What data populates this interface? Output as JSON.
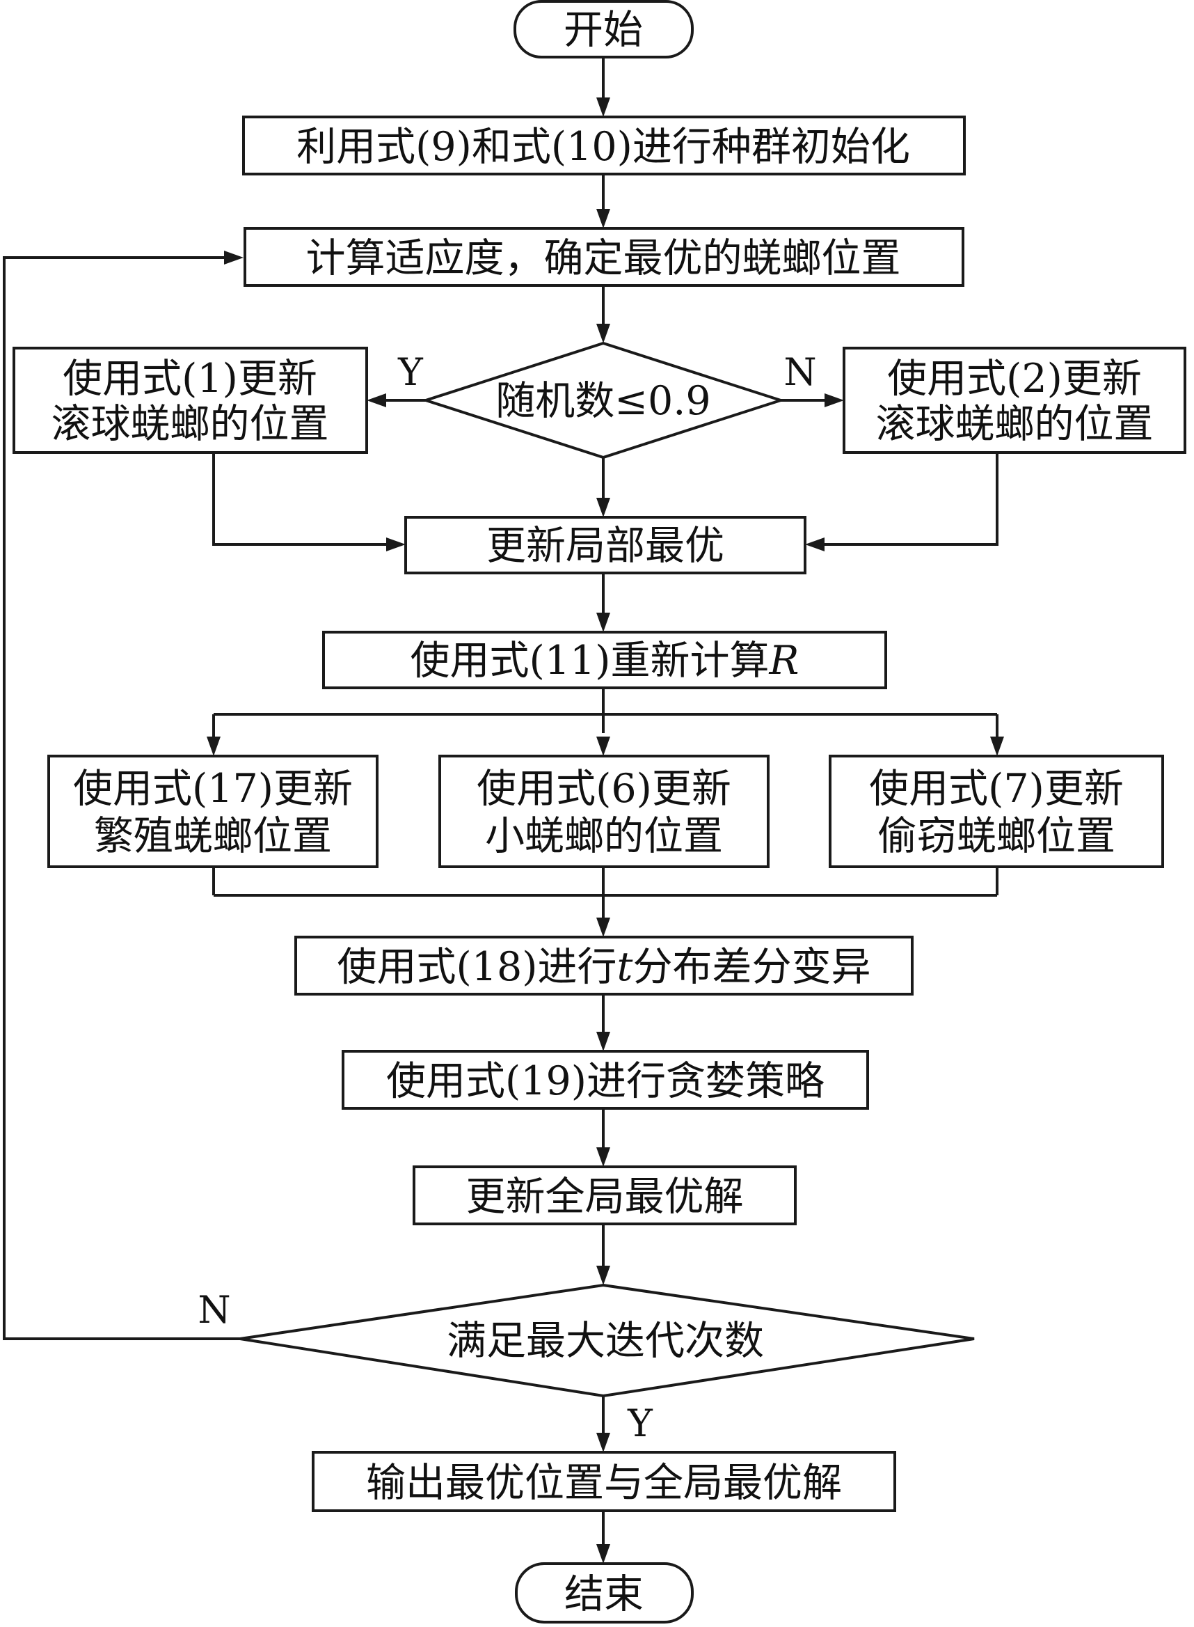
{
  "nodes": {
    "start": "开始",
    "init": "利用式(9)和式(10)进行种群初始化",
    "fitness": "计算适应度，确定最优的蜣螂位置",
    "decision_random": "随机数≤0.9",
    "update_eq1": [
      "使用式(1)更新",
      "滚球蜣螂的位置"
    ],
    "update_eq2": [
      "使用式(2)更新",
      "滚球蜣螂的位置"
    ],
    "local_best": "更新局部最优",
    "recalc_r": {
      "prefix": "使用式(11)重新计算",
      "italic": "R"
    },
    "update_eq17": [
      "使用式(17)更新",
      "繁殖蜣螂位置"
    ],
    "update_eq6": [
      "使用式(6)更新",
      "小蜣螂的位置"
    ],
    "update_eq7": [
      "使用式(7)更新",
      "偷窃蜣螂位置"
    ],
    "t_mutation": {
      "prefix": "使用式(18)进行",
      "italic": "t",
      "suffix": "分布差分变异"
    },
    "greedy": "使用式(19)进行贪婪策略",
    "global_best": "更新全局最优解",
    "decision_iter": "满足最大迭代次数",
    "output": "输出最优位置与全局最优解",
    "end": "结束"
  },
  "edge_labels": {
    "random_yes": "Y",
    "random_no": "N",
    "iter_no": "N",
    "iter_yes": "Y"
  }
}
